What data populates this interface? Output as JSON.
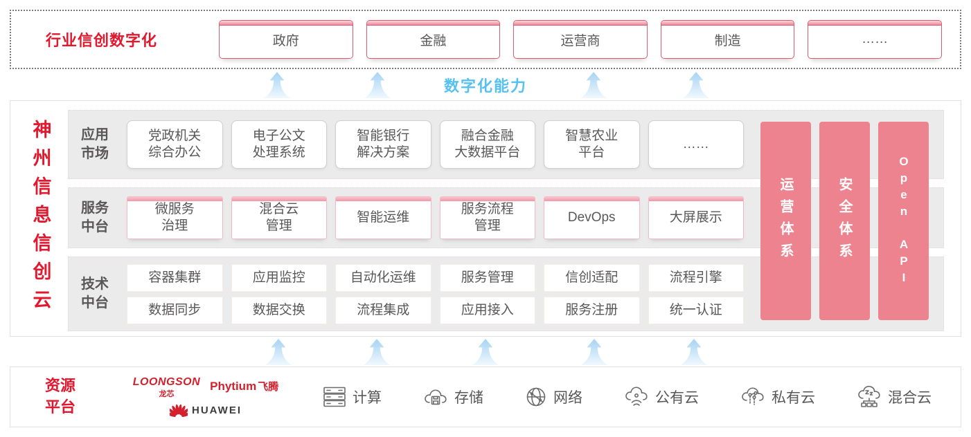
{
  "colors": {
    "accent_red": "#e2182e",
    "pillar_pink": "#ec838e",
    "capability_blue": "#56c1f0",
    "panel_gray": "#ebebeb"
  },
  "top": {
    "label": "行业信创数字化",
    "industries": [
      "政府",
      "金融",
      "运营商",
      "制造",
      "……"
    ]
  },
  "capability_label": "数字化能力",
  "platform": {
    "title": "神州信息信创云",
    "rows": [
      {
        "label": "应用市场",
        "items": [
          "党政机关\n综合办公",
          "电子公文\n处理系统",
          "智能银行\n解决方案",
          "融合金融\n大数据平台",
          "智慧农业\n平台",
          "……"
        ]
      },
      {
        "label": "服务中台",
        "items": [
          "微服务\n治理",
          "混合云\n管理",
          "智能运维",
          "服务流程\n管理",
          "DevOps",
          "大屏展示"
        ]
      },
      {
        "label": "技术中台",
        "items": [
          "容器集群",
          "应用监控",
          "自动化运维",
          "服务管理",
          "信创适配",
          "流程引擎",
          "数据同步",
          "数据交换",
          "流程集成",
          "应用接入",
          "服务注册",
          "统一认证"
        ]
      }
    ],
    "pillars": [
      "运营体系",
      "安全体系",
      "Open API"
    ]
  },
  "resources": {
    "label": "资源平台",
    "vendors": {
      "loongson": {
        "name": "LOONGSON",
        "sub": "龙芯"
      },
      "phytium": {
        "name": "Phytium",
        "sub": "飞腾"
      },
      "huawei": {
        "name": "HUAWEI"
      }
    },
    "items": [
      {
        "icon": "server-icon",
        "label": "计算"
      },
      {
        "icon": "storage-cloud-icon",
        "label": "存储"
      },
      {
        "icon": "network-globe-icon",
        "label": "网络"
      },
      {
        "icon": "public-cloud-icon",
        "label": "公有云"
      },
      {
        "icon": "private-cloud-icon",
        "label": "私有云"
      },
      {
        "icon": "hybrid-cloud-icon",
        "label": "混合云"
      }
    ]
  }
}
